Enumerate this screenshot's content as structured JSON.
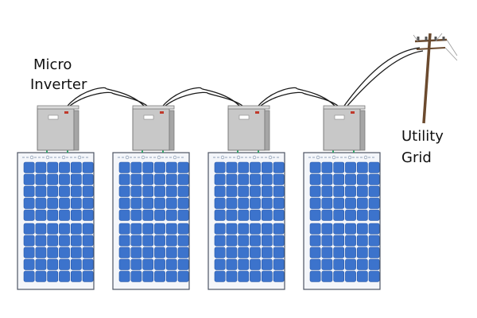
{
  "labels": {
    "inverter_line1": "Micro",
    "inverter_line2": "Inverter",
    "grid_line1": "Utility",
    "grid_line2": "Grid"
  },
  "diagram": {
    "panel_count": 4,
    "panel_cell_columns": 6,
    "panel_cell_rows": 10
  },
  "colors": {
    "cell": "#3c73cc",
    "cell_stroke": "#2a5aa8",
    "panel_frame": "#d9dfe8",
    "inverter_body": "#c8c8c8",
    "wire": "#1a1a1a",
    "connector": "#2fa66a",
    "pole": "#6b4a2e"
  }
}
